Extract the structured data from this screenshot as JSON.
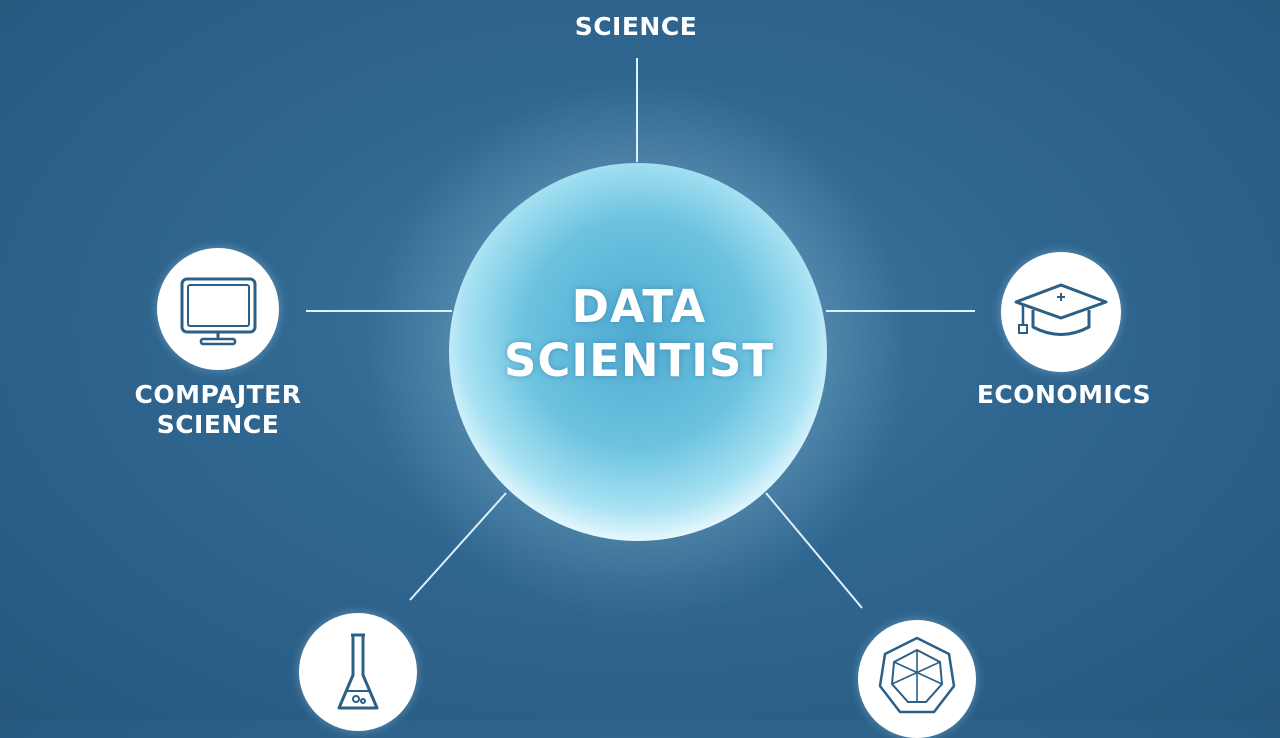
{
  "center": {
    "line1": "DATA",
    "line2": "SCIENTIST"
  },
  "nodes": {
    "top": {
      "label": "SCIENCE"
    },
    "left": {
      "label_line1": "COMPAJTER",
      "label_line2": "SCIENCE",
      "icon": "computer-monitor-icon"
    },
    "right": {
      "label": "ECONOMICS",
      "icon": "graduation-cap-icon"
    },
    "bottom_left": {
      "icon": "flask-icon"
    },
    "bottom_right": {
      "icon": "geometric-network-icon"
    }
  },
  "colors": {
    "background": "#2f6690",
    "sphere_glow": "#bfe9f7",
    "sphere_core": "#6cc3e0",
    "icon_stroke": "#2c5f86",
    "line": "#dff2fb"
  }
}
